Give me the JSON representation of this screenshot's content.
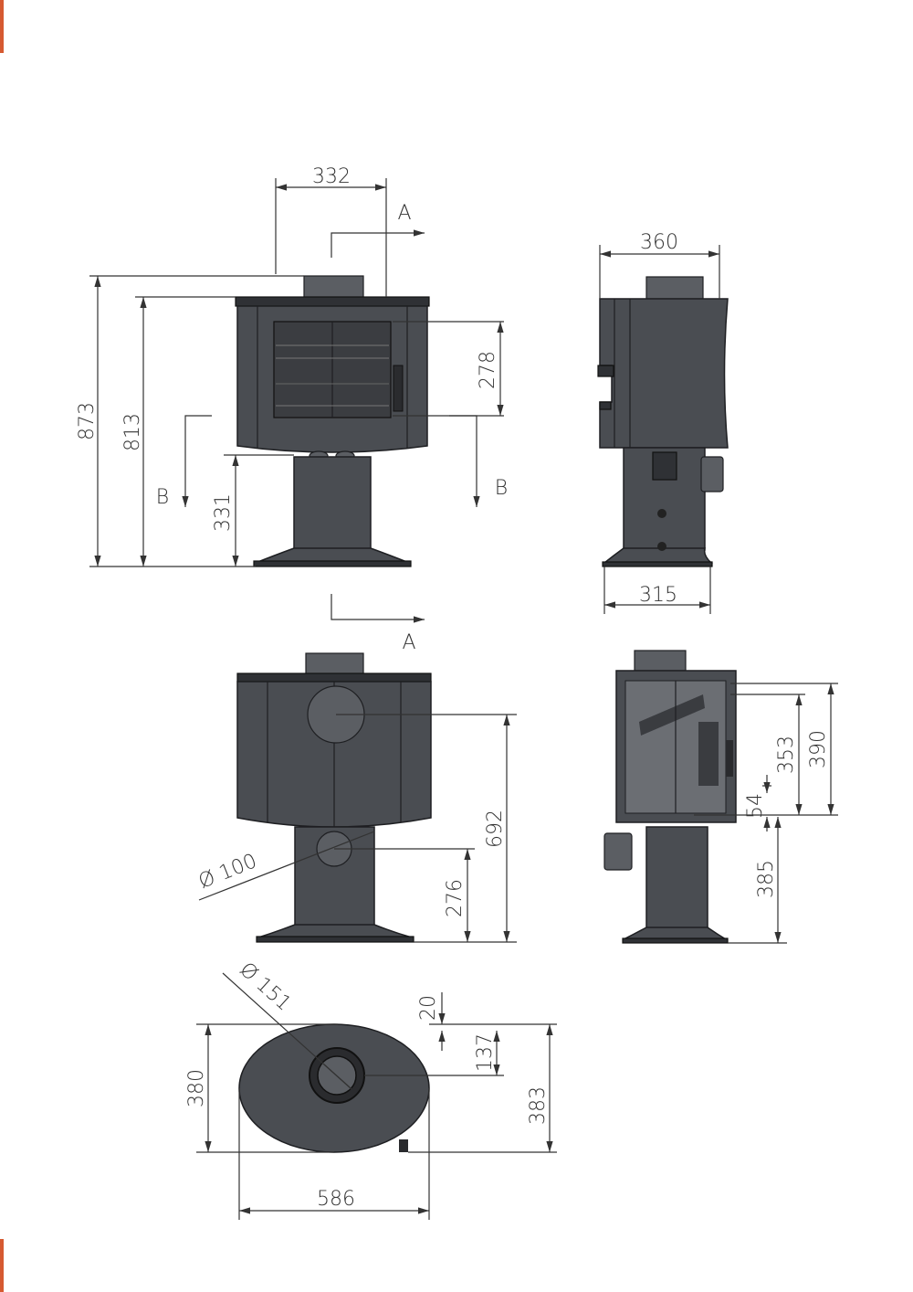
{
  "colors": {
    "accent": "#d65a31",
    "stove": "#4a4d52",
    "dimension_line": "#333333"
  },
  "front_view": {
    "width_top": "332",
    "section_a_top": "A",
    "section_a_bottom": "A",
    "section_b_left": "B",
    "section_b_right": "B",
    "height_total": "873",
    "height_body_top": "813",
    "height_leg": "331",
    "height_window": "278"
  },
  "side_view": {
    "depth_top": "360",
    "depth_base": "315"
  },
  "rear_view": {
    "flue_diameter": "Ø 100",
    "height_rear_outlet_top": "692",
    "height_rear_outlet_low": "276"
  },
  "section_view": {
    "height_390": "390",
    "height_353": "353",
    "height_54": "54",
    "height_385": "385"
  },
  "top_view": {
    "flue_diameter": "Ø 151",
    "offset_20": "20",
    "offset_137": "137",
    "depth_380": "380",
    "depth_383": "383",
    "width_586": "586"
  }
}
